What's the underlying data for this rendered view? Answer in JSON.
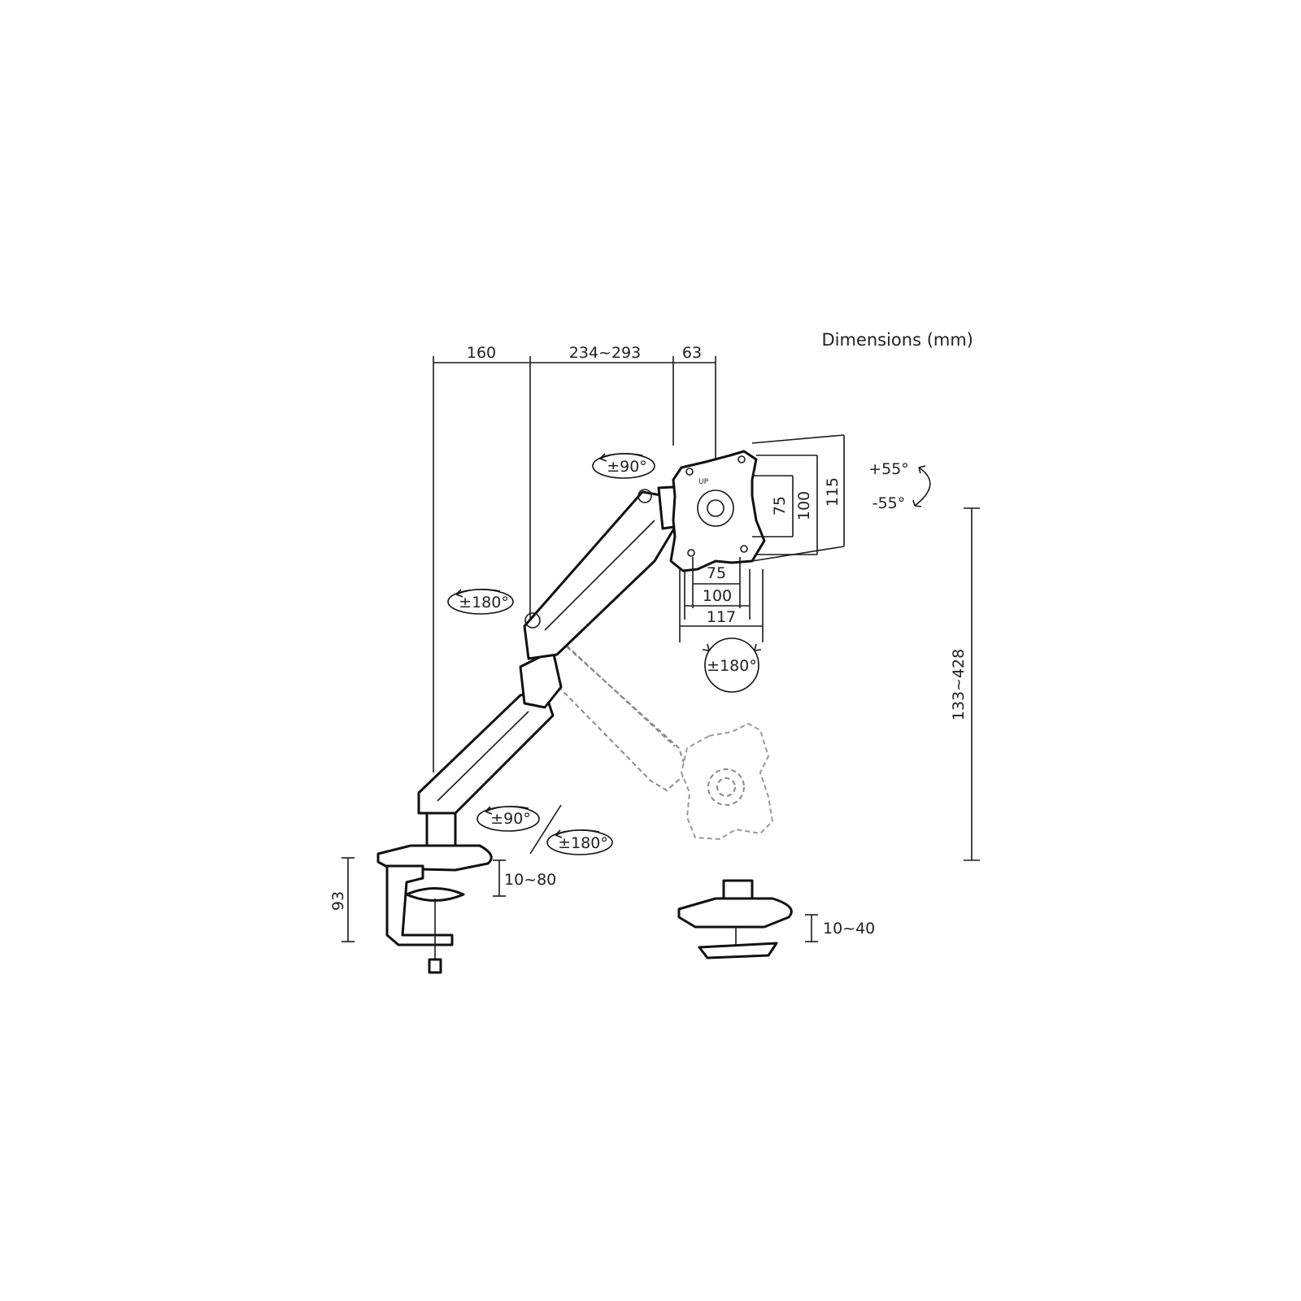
{
  "title": "Dimensions (mm)",
  "top_dims": {
    "d1": "160",
    "d2": "234~293",
    "d3": "63"
  },
  "rotations": {
    "head_swivel": "±90°",
    "tilt_up": "+55°",
    "tilt_down": "-55°",
    "upper_arm": "±180°",
    "rotation_bottom": "±180°",
    "base_swivel": "±90°",
    "base_rotation": "±180°"
  },
  "vesa": {
    "h75": "75",
    "h100": "100",
    "h117": "117",
    "v75": "75",
    "v100": "100",
    "v115": "115",
    "plate_text": "UP"
  },
  "height_range": "133~428",
  "clamp": {
    "height": "93",
    "thickness": "10~80"
  },
  "grommet": {
    "thickness": "10~40"
  }
}
